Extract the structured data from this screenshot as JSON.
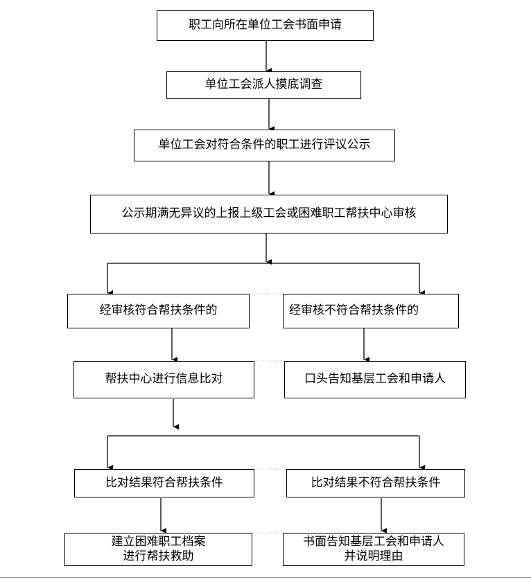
{
  "flowchart": {
    "step1": "职工向所在单位工会书面申请",
    "step2": "单位工会派人摸底调查",
    "step3": "单位工会对符合条件的职工进行评议公示",
    "step4": "公示期满无异议的上报上级工会或困难职工帮扶中心审核",
    "branch1": {
      "left": "经审核符合帮扶条件的",
      "right": "经审核不符合帮扶条件的"
    },
    "branch1_next": {
      "left": "帮扶中心进行信息比对",
      "right": "口头告知基层工会和申请人"
    },
    "branch2": {
      "left": "比对结果符合帮扶条件",
      "right": "比对结果不符合帮扶条件"
    },
    "final": {
      "left_line1": "建立困难职工档案",
      "left_line2": "进行帮扶救助",
      "right_line1": "书面告知基层工会和申请人",
      "right_line2": "并说明理由"
    }
  }
}
